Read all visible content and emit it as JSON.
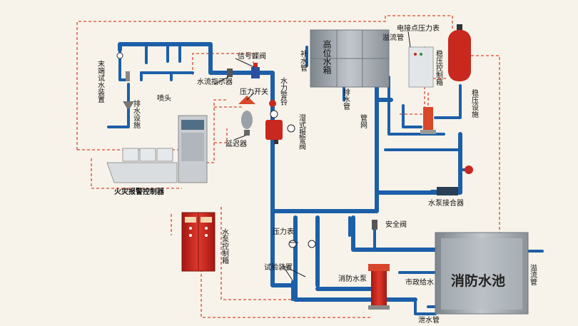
{
  "labels": {
    "end_test": "末端试水装置",
    "drain_facility": "排水设施",
    "sprinkler": "喷头",
    "signal_valve": "信号蝶阀",
    "flow_indicator": "水流指示器",
    "pressure_switch": "压力开关",
    "water_bell": "水力警铃",
    "wet_alarm_valve": "湿式报警阀",
    "delay": "延迟器",
    "fire_alarm_controller": "火灾报警控制器",
    "pump_controller": "水泵控制箱",
    "makeup_pipe": "补水管",
    "high_tank": "高位水箱",
    "drain_pipe": "排水管",
    "overflow_pipe_top": "溢流管",
    "pipe_network": "管网",
    "contact_gauge": "电接点压力表",
    "stab_control_box": "稳压控制箱",
    "stab_facility": "稳压设施",
    "pump_adapter": "水泵接合器",
    "pressure_gauge": "压力表",
    "safety_valve": "安全阀",
    "test_device": "试验装置",
    "fire_pump": "消防水泵",
    "municipal_supply": "市政给水",
    "fire_pool": "消防水池",
    "overflow_pipe_right": "溢流管",
    "drain_outlet": "泄水管"
  },
  "colors": {
    "pipe": "#1c5fa8",
    "signal_wire": "#d9472b",
    "equipment_red": "#c8281e",
    "tank_gray": "#9aa1a8"
  }
}
